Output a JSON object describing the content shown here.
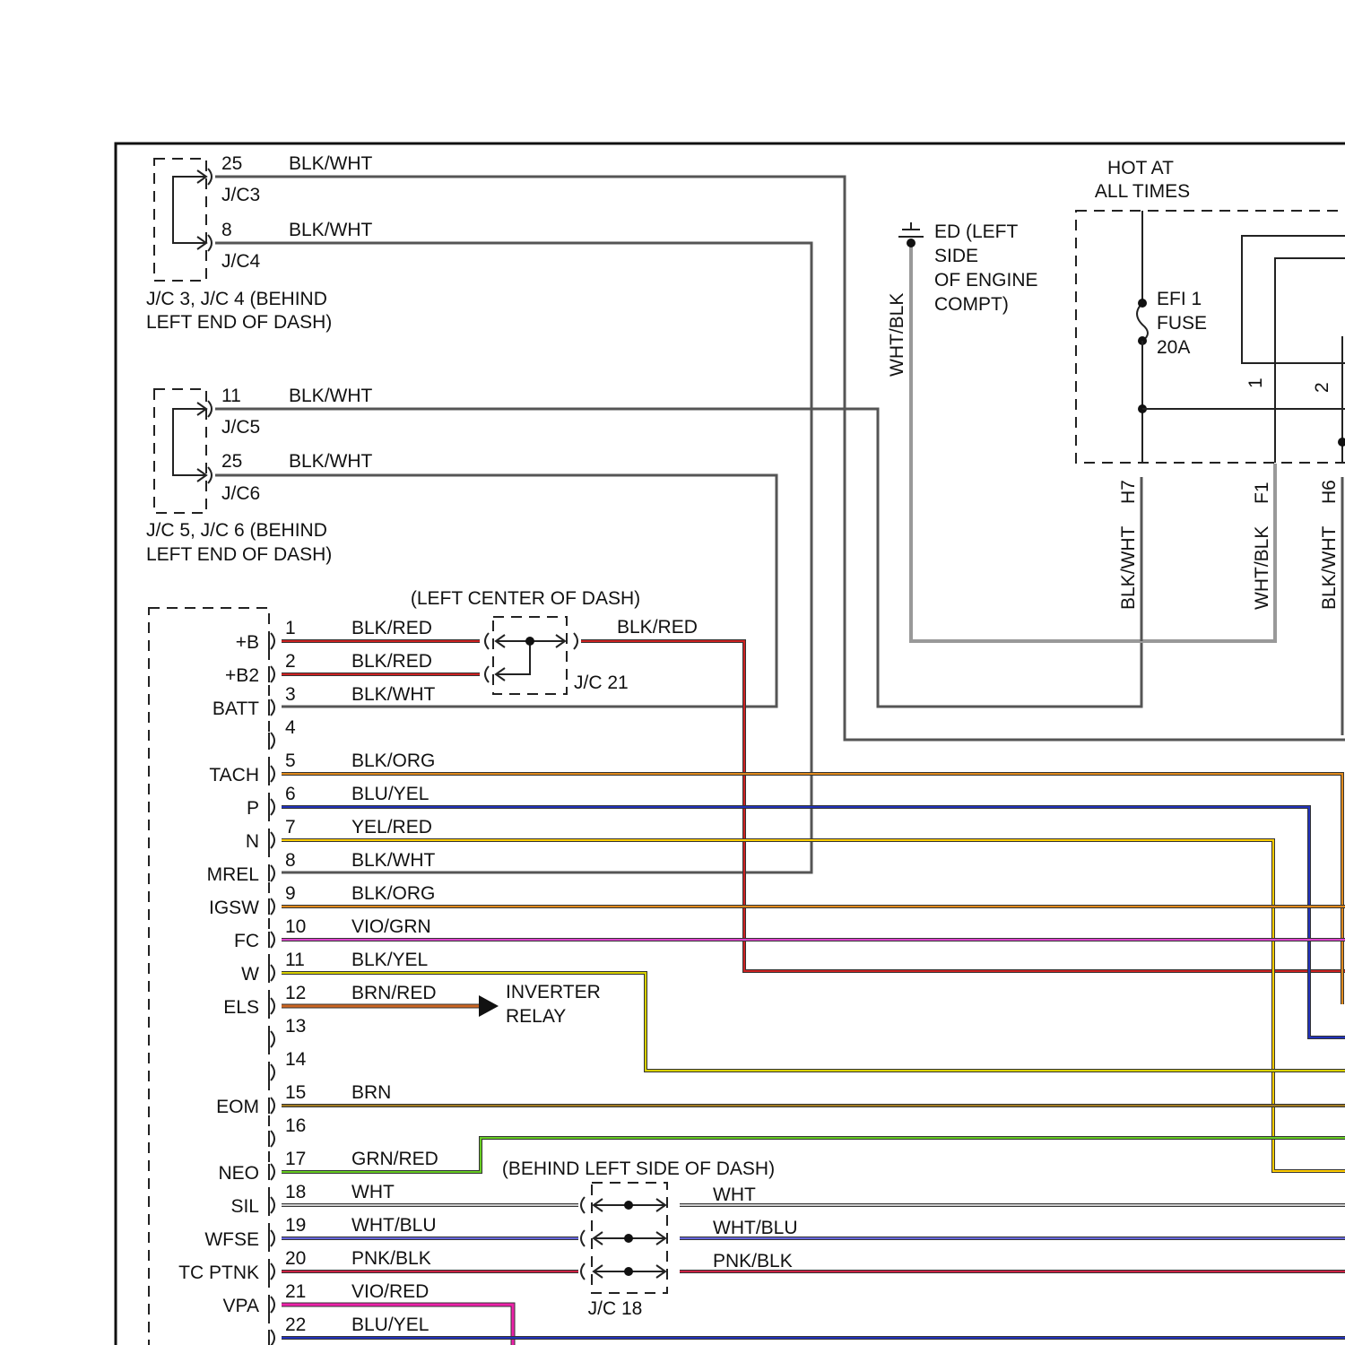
{
  "connectors": {
    "jc34": {
      "pins": [
        {
          "num": "25",
          "conn": "J/C3",
          "wire": "BLK/WHT"
        },
        {
          "num": "8",
          "conn": "J/C4",
          "wire": "BLK/WHT"
        }
      ],
      "caption1": "J/C 3, J/C 4 (BEHIND",
      "caption2": "LEFT END OF DASH)"
    },
    "jc56": {
      "pins": [
        {
          "num": "11",
          "conn": "J/C5",
          "wire": "BLK/WHT"
        },
        {
          "num": "25",
          "conn": "J/C6",
          "wire": "BLK/WHT"
        }
      ],
      "caption1": "J/C 5, J/C 6 (BEHIND",
      "caption2": "LEFT END OF DASH)"
    },
    "jc21": {
      "location": "(LEFT CENTER OF DASH)",
      "label": "J/C 21",
      "out_wire": "BLK/RED"
    },
    "jc18": {
      "location": "(BEHIND LEFT SIDE OF DASH)",
      "label": "J/C 18",
      "out_wires": [
        "WHT",
        "WHT/BLU",
        "PNK/BLK"
      ]
    }
  },
  "ground": {
    "lines": [
      "ED (LEFT",
      "SIDE",
      "OF ENGINE",
      "COMPT)"
    ],
    "wire": "WHT/BLK"
  },
  "fuse_box": {
    "hot1": "HOT AT",
    "hot2": "ALL TIMES",
    "fuse_lines": [
      "EFI 1",
      "FUSE",
      "20A"
    ],
    "relay_pins": [
      "1",
      "2"
    ],
    "outputs": [
      {
        "pin": "H7",
        "wire": "BLK/WHT"
      },
      {
        "pin": "F1",
        "wire": "WHT/BLK"
      },
      {
        "pin": "H6",
        "wire": "BLK/WHT"
      }
    ]
  },
  "ecm_pins": [
    {
      "num": "1",
      "name": "+B",
      "wire": "BLK/RED",
      "color": "#cc2222"
    },
    {
      "num": "2",
      "name": "+B2",
      "wire": "BLK/RED",
      "color": "#cc2222"
    },
    {
      "num": "3",
      "name": "BATT",
      "wire": "BLK/WHT",
      "color": "#444444"
    },
    {
      "num": "4",
      "name": "",
      "wire": "",
      "color": ""
    },
    {
      "num": "5",
      "name": "TACH",
      "wire": "BLK/ORG",
      "color": "#e08a1e"
    },
    {
      "num": "6",
      "name": "P",
      "wire": "BLU/YEL",
      "color": "#2233bb"
    },
    {
      "num": "7",
      "name": "N",
      "wire": "YEL/RED",
      "color": "#ffcc00"
    },
    {
      "num": "8",
      "name": "MREL",
      "wire": "BLK/WHT",
      "color": "#444444"
    },
    {
      "num": "9",
      "name": "IGSW",
      "wire": "BLK/ORG",
      "color": "#e08a1e"
    },
    {
      "num": "10",
      "name": "FC",
      "wire": "VIO/GRN",
      "color": "#dd44cc"
    },
    {
      "num": "11",
      "name": "W",
      "wire": "BLK/YEL",
      "color": "#d8d000"
    },
    {
      "num": "12",
      "name": "ELS",
      "wire": "BRN/RED",
      "color": "#cc6622"
    },
    {
      "num": "13",
      "name": "",
      "wire": "",
      "color": ""
    },
    {
      "num": "14",
      "name": "",
      "wire": "",
      "color": ""
    },
    {
      "num": "15",
      "name": "EOM",
      "wire": "BRN",
      "color": "#a07a22"
    },
    {
      "num": "16",
      "name": "",
      "wire": "",
      "color": ""
    },
    {
      "num": "17",
      "name": "NEO",
      "wire": "GRN/RED",
      "color": "#66cc22"
    },
    {
      "num": "18",
      "name": "SIL",
      "wire": "WHT",
      "color": "#cccccc"
    },
    {
      "num": "19",
      "name": "WFSE",
      "wire": "WHT/BLU",
      "color": "#6666dd"
    },
    {
      "num": "20",
      "name": "TC PTNK",
      "wire": "PNK/BLK",
      "color": "#cc2244"
    },
    {
      "num": "21",
      "name": "VPA",
      "wire": "VIO/RED",
      "color": "#ee22aa"
    },
    {
      "num": "22",
      "name": "",
      "wire": "BLU/YEL",
      "color": "#2233bb"
    }
  ],
  "inverter": {
    "line1": "INVERTER",
    "line2": "RELAY"
  }
}
